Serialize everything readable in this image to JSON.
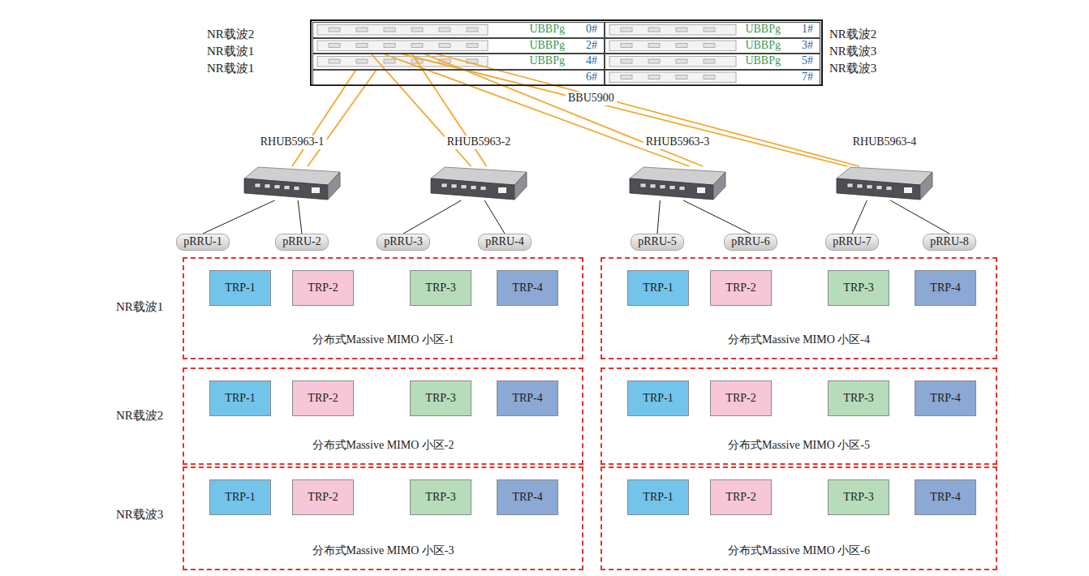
{
  "diagram": {
    "nodes": [
      {
        "text": [
          "BBU5900"
        ]
      },
      {
        "text": [
          "UBBPg",
          "0#"
        ],
        "in": 0
      },
      {
        "text": [
          "UBBPg",
          "1#"
        ],
        "in": 0
      },
      {
        "text": [
          "UBBPg",
          "2#"
        ],
        "in": 0
      },
      {
        "text": [
          "UBBPg",
          "3#"
        ],
        "in": 0
      },
      {
        "text": [
          "UBBPg",
          "4#"
        ],
        "in": 0
      },
      {
        "text": [
          "UBBPg",
          "5#"
        ],
        "in": 0
      },
      {
        "text": [
          "6#"
        ],
        "in": 0
      },
      {
        "text": [
          "7#"
        ],
        "in": 0
      },
      {
        "text": [
          "RHUB5963-1"
        ]
      },
      {
        "text": [
          "RHUB5963-2"
        ]
      },
      {
        "text": [
          "RHUB5963-3"
        ]
      },
      {
        "text": [
          "RHUB5963-4"
        ]
      },
      {
        "text": [
          "pRRU-1"
        ]
      },
      {
        "text": [
          "pRRU-2"
        ]
      },
      {
        "text": [
          "pRRU-3"
        ]
      },
      {
        "text": [
          "pRRU-4"
        ]
      },
      {
        "text": [
          "pRRU-5"
        ]
      },
      {
        "text": [
          "pRRU-6"
        ]
      },
      {
        "text": [
          "pRRU-7"
        ]
      },
      {
        "text": [
          "pRRU-8"
        ]
      },
      {
        "text": [
          "分布式Massive MIMO 小区-1"
        ]
      },
      {
        "text": [
          "TRP-1"
        ],
        "in": 21
      },
      {
        "text": [
          "TRP-2"
        ],
        "in": 21
      },
      {
        "text": [
          "TRP-3"
        ],
        "in": 21
      },
      {
        "text": [
          "TRP-4"
        ],
        "in": 21
      },
      {
        "text": [
          "分布式Massive MIMO 小区-4"
        ]
      },
      {
        "text": [
          "TRP-1"
        ],
        "in": 26
      },
      {
        "text": [
          "TRP-2"
        ],
        "in": 26
      },
      {
        "text": [
          "TRP-3"
        ],
        "in": 26
      },
      {
        "text": [
          "TRP-4"
        ],
        "in": 26
      },
      {
        "text": [
          "分布式Massive MIMO 小区-2"
        ]
      },
      {
        "text": [
          "TRP-1"
        ],
        "in": 31
      },
      {
        "text": [
          "TRP-2"
        ],
        "in": 31
      },
      {
        "text": [
          "TRP-3"
        ],
        "in": 31
      },
      {
        "text": [
          "TRP-4"
        ],
        "in": 31
      },
      {
        "text": [
          "分布式Massive MIMO 小区-5"
        ]
      },
      {
        "text": [
          "TRP-1"
        ],
        "in": 36
      },
      {
        "text": [
          "TRP-2"
        ],
        "in": 36
      },
      {
        "text": [
          "TRP-3"
        ],
        "in": 36
      },
      {
        "text": [
          "TRP-4"
        ],
        "in": 36
      },
      {
        "text": [
          "分布式Massive MIMO 小区-3"
        ]
      },
      {
        "text": [
          "TRP-1"
        ],
        "in": 41
      },
      {
        "text": [
          "TRP-2"
        ],
        "in": 41
      },
      {
        "text": [
          "TRP-3"
        ],
        "in": 41
      },
      {
        "text": [
          "TRP-4"
        ],
        "in": 41
      },
      {
        "text": [
          "分布式Massive MIMO 小区-6"
        ]
      },
      {
        "text": [
          "TRP-1"
        ],
        "in": 46
      },
      {
        "text": [
          "TRP-2"
        ],
        "in": 46
      },
      {
        "text": [
          "TRP-3"
        ],
        "in": 46
      },
      {
        "text": [
          "TRP-4"
        ],
        "in": 46
      }
    ],
    "edges": [
      {
        "from": 5,
        "to": 9,
        "arrow": "none"
      },
      {
        "from": 5,
        "to": 9,
        "arrow": "none"
      },
      {
        "from": 3,
        "to": 10,
        "arrow": "none"
      },
      {
        "from": 3,
        "to": 10,
        "arrow": "none"
      },
      {
        "from": 3,
        "to": 11,
        "arrow": "none"
      },
      {
        "from": 3,
        "to": 11,
        "arrow": "none"
      },
      {
        "from": 3,
        "to": 12,
        "arrow": "none"
      },
      {
        "from": 3,
        "to": 12,
        "arrow": "none"
      },
      {
        "from": 9,
        "to": 13,
        "arrow": "none"
      },
      {
        "from": 9,
        "to": 14,
        "arrow": "none"
      },
      {
        "from": 10,
        "to": 15,
        "arrow": "none"
      },
      {
        "from": 10,
        "to": 16,
        "arrow": "none"
      },
      {
        "from": 11,
        "to": 17,
        "arrow": "none"
      },
      {
        "from": 11,
        "to": 18,
        "arrow": "none"
      },
      {
        "from": 12,
        "to": 19,
        "arrow": "none"
      },
      {
        "from": 12,
        "to": 20,
        "arrow": "none"
      }
    ],
    "labels": [
      "NR载波2",
      "NR载波1",
      "NR载波1",
      "NR载波2",
      "NR载波3",
      "NR载波3",
      "NR载波1",
      "NR载波2",
      "NR载波3"
    ]
  }
}
